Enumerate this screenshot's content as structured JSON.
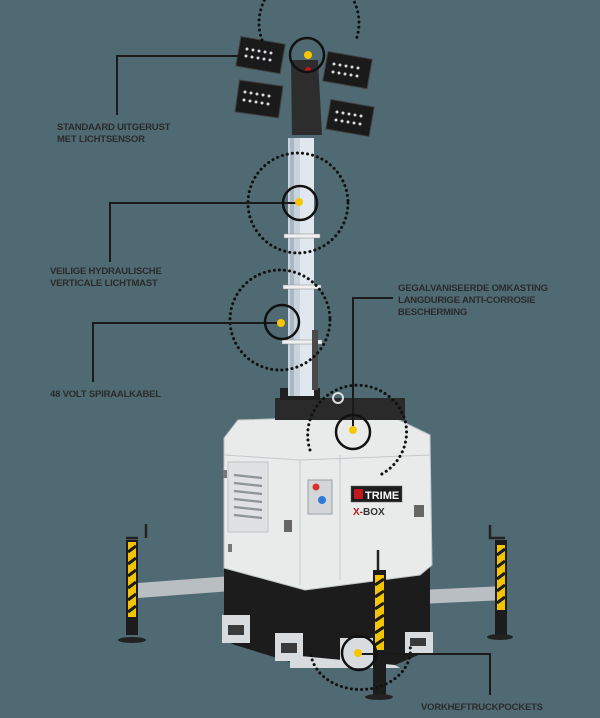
{
  "colors": {
    "background": "#4f6a73",
    "label_text": "#2b2b2b",
    "leader_line": "#1a1a1a",
    "marker_dot": "#f7c600",
    "body_white": "#e9eaea",
    "base_black": "#1c1c1c",
    "mast_silver": "#c9d3dd",
    "hazard_yellow": "#f3c400",
    "brand_red": "#c4161c"
  },
  "product": {
    "brand": "TRIME",
    "model": "X-BOX",
    "model_prefix": "X",
    "model_suffix": "BOX"
  },
  "callouts": [
    {
      "id": "light-sensor",
      "lines": [
        "STANDAARD UITGERUST",
        "MET LICHTSENSOR"
      ]
    },
    {
      "id": "hydraulic-mast",
      "lines": [
        "VEILIGE HYDRAULISCHE",
        "VERTICALE LICHTMAST"
      ]
    },
    {
      "id": "spiral-cable",
      "lines": [
        "48 VOLT SPIRAALKABEL"
      ]
    },
    {
      "id": "galvanized-housing",
      "lines": [
        "GEGALVANISEERDE OMKASTING",
        "LANGDURIGE ANTI-CORROSIE",
        "BESCHERMING"
      ]
    },
    {
      "id": "forklift-pockets",
      "lines": [
        "VORKHEFTRUCKPOCKETS"
      ]
    }
  ]
}
